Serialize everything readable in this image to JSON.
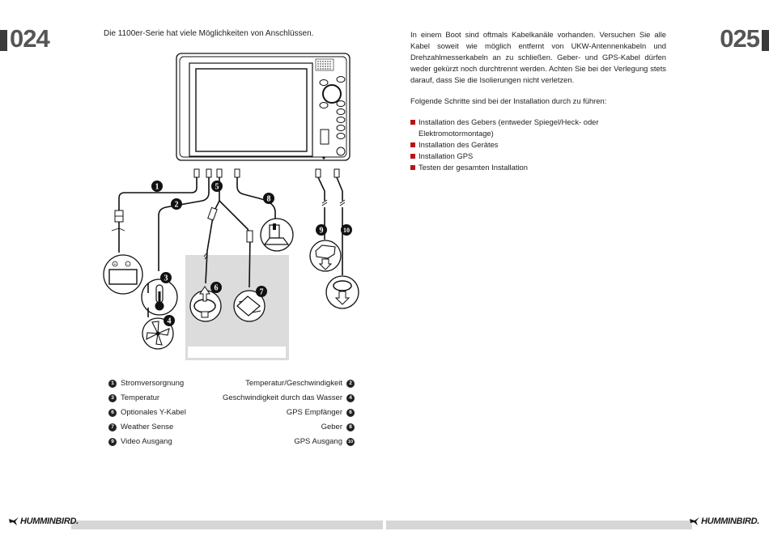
{
  "left_page": {
    "page_number": "024",
    "intro": "Die 1100er-Serie hat viele Möglichkeiten von Anschlüssen.",
    "legend": [
      {
        "left": {
          "num": "1",
          "label": "Stromversorgnung"
        },
        "right": {
          "num": "2",
          "label": "Temperatur/Geschwindigkeit"
        }
      },
      {
        "left": {
          "num": "3",
          "label": "Temperatur"
        },
        "right": {
          "num": "4",
          "label": "Geschwindigkeit durch das Wasser"
        }
      },
      {
        "left": {
          "num": "6",
          "label": "Optionales Y-Kabel"
        },
        "right": {
          "num": "6",
          "label": "GPS Empfänger"
        }
      },
      {
        "left": {
          "num": "7",
          "label": "Weather Sense"
        },
        "right": {
          "num": "8",
          "label": "Geber"
        }
      },
      {
        "left": {
          "num": "9",
          "label": "Video Ausgang"
        },
        "right": {
          "num": "10",
          "label": "GPS Ausgang"
        }
      }
    ]
  },
  "diagram_labels": [
    "1",
    "2",
    "3",
    "4",
    "5",
    "6",
    "7",
    "8",
    "9",
    "10"
  ],
  "right_page": {
    "page_number": "025",
    "paragraph": "In einem Boot sind oftmals Kabelkanäle vorhanden. Versuchen Sie alle Kabel soweit wie möglich entfernt von UKW-Antennenkabeln und Drehzahlmesserkabeln an zu schließen. Geber- und GPS-Kabel dürfen weder gekürzt noch durchtrennt werden. Achten Sie bei der Verlegung stets darauf, dass Sie die Isolierungen nicht verletzen.",
    "steps_intro": "Folgende Schritte sind bei der Installation durch zu führen:",
    "steps": [
      "Installation des Gebers (entweder Spiegel/Heck- oder Elektromotormontage)",
      "Installation des Gerätes",
      "Installation GPS",
      "Testen der gesamten Installation"
    ]
  },
  "brand": {
    "name": "HUMMINBIRD."
  },
  "colors": {
    "bullet": "#b8141c",
    "page_number": "#555555",
    "footer_bar": "#d6d6d6",
    "gray_box": "#dcdcdc"
  }
}
